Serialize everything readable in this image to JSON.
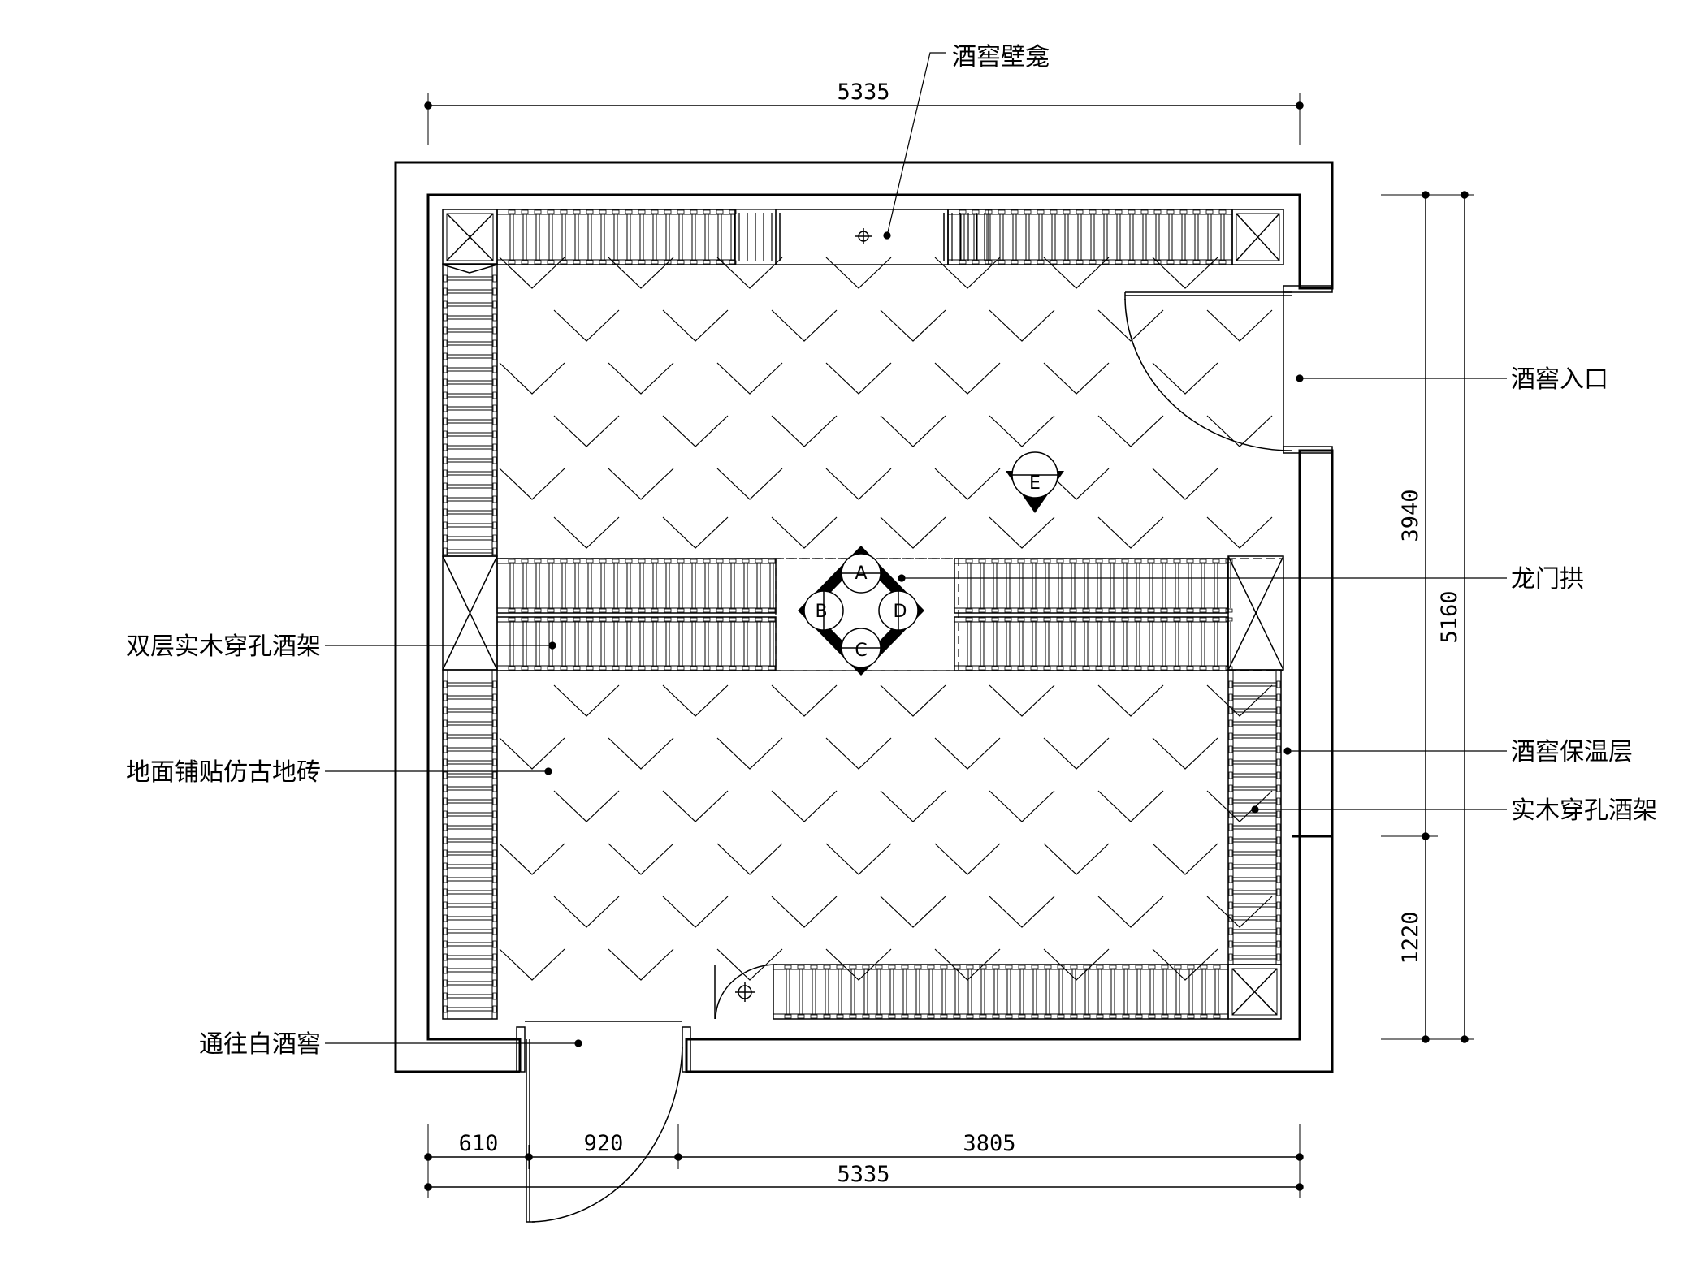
{
  "dimensions": {
    "top_width": "5335",
    "bottom_width": "5335",
    "bottom_seg_1": "610",
    "bottom_seg_2": "920",
    "bottom_seg_3": "3805",
    "right_upper": "3940",
    "right_total": "5160",
    "right_lower": "1220"
  },
  "labels": {
    "wall_niche": "酒窖壁龛",
    "entrance": "酒窖入口",
    "dragon_arch": "龙门拱",
    "double_rack": "双层实木穿孔酒架",
    "floor_tile": "地面铺贴仿古地砖",
    "insulation": "酒窖保温层",
    "wood_rack": "实木穿孔酒架",
    "to_baijiu": "通往白酒窖"
  },
  "markers": {
    "a": "A",
    "b": "B",
    "c": "C",
    "d": "D",
    "e": "E"
  }
}
